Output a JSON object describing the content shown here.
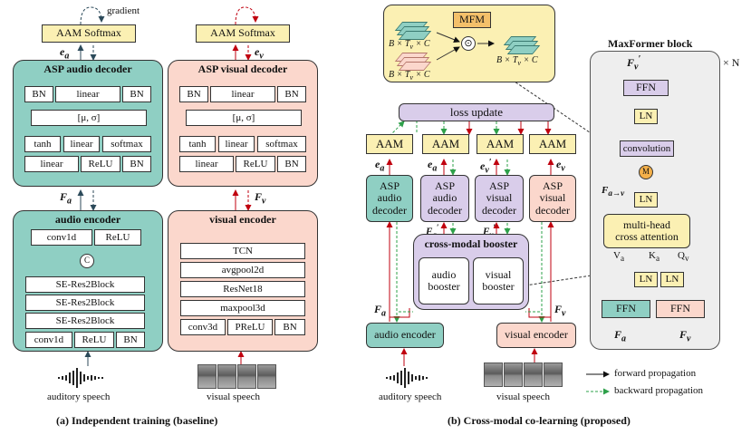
{
  "left": {
    "gradient": "gradient",
    "aam": "AAM Softmax",
    "e_a": "e",
    "e_a_sub": "a",
    "e_v": "e",
    "e_v_sub": "v",
    "asp_audio_title": "ASP audio decoder",
    "asp_visual_title": "ASP visual decoder",
    "bn": "BN",
    "linear": "linear",
    "musig": "[μ, σ]",
    "tanh": "tanh",
    "softmax": "softmax",
    "relu": "ReLU",
    "f": "F",
    "f_a_sub": "a",
    "f_v_sub": "v",
    "audio_encoder": "audio encoder",
    "visual_encoder": "visual encoder",
    "conv1d": "conv1d",
    "c": "C",
    "se_res2block": "SE-Res2Block",
    "tcn": "TCN",
    "avgpool2d": "avgpool2d",
    "resnet18": "ResNet18",
    "maxpool3d": "maxpool3d",
    "conv3d": "conv3d",
    "prelu": "PReLU",
    "auditory_speech": "auditory speech",
    "visual_speech": "visual speech",
    "caption": "(a) Independent training (baseline)"
  },
  "right": {
    "mfm": "MFM",
    "dim1": "B × T",
    "dim_sub": "v",
    "dim_c": " × C",
    "odot": "⊙",
    "loss_update": "loss update",
    "aam": "AAM",
    "e_a": "e",
    "e_v": "e",
    "sub_a": "a",
    "sub_v": "v",
    "prime": "′",
    "asp_audio_decoder": [
      "ASP",
      "audio",
      "decoder"
    ],
    "asp_visual_decoder": [
      "ASP",
      "visual",
      "decoder"
    ],
    "cross_modal_booster": "cross-modal booster",
    "audio_booster": [
      "audio",
      "booster"
    ],
    "visual_booster": [
      "visual",
      "booster"
    ],
    "f": "F",
    "audio_encoder": "audio encoder",
    "visual_encoder": "visual encoder",
    "auditory_speech": "auditory speech",
    "visual_speech": "visual speech",
    "forward": "forward propagation",
    "backward": "backward propagation",
    "caption": "(b) Cross-modal co-learning (proposed)"
  },
  "maxformer": {
    "title": "MaxFormer block",
    "times_n": "× N",
    "ffn": "FFN",
    "ln": "LN",
    "convolution": "convolution",
    "m": "M",
    "f_a_to_v": "F",
    "f_a_to_v_sub": "a→v",
    "mhca": [
      "multi-head",
      "cross attention"
    ],
    "v_a": "V",
    "k_a": "K",
    "q_v": "Q",
    "sub_a": "a",
    "sub_v": "v",
    "f": "F"
  },
  "colors": {
    "teal": "#8fcfc3",
    "pink": "#fbd7cc",
    "purple": "#d9cdea",
    "yellow": "#fbf0b3",
    "forward_red": "#c0000f",
    "backward_green": "#2ea04a",
    "arrow_dark": "#2c4a5a"
  }
}
